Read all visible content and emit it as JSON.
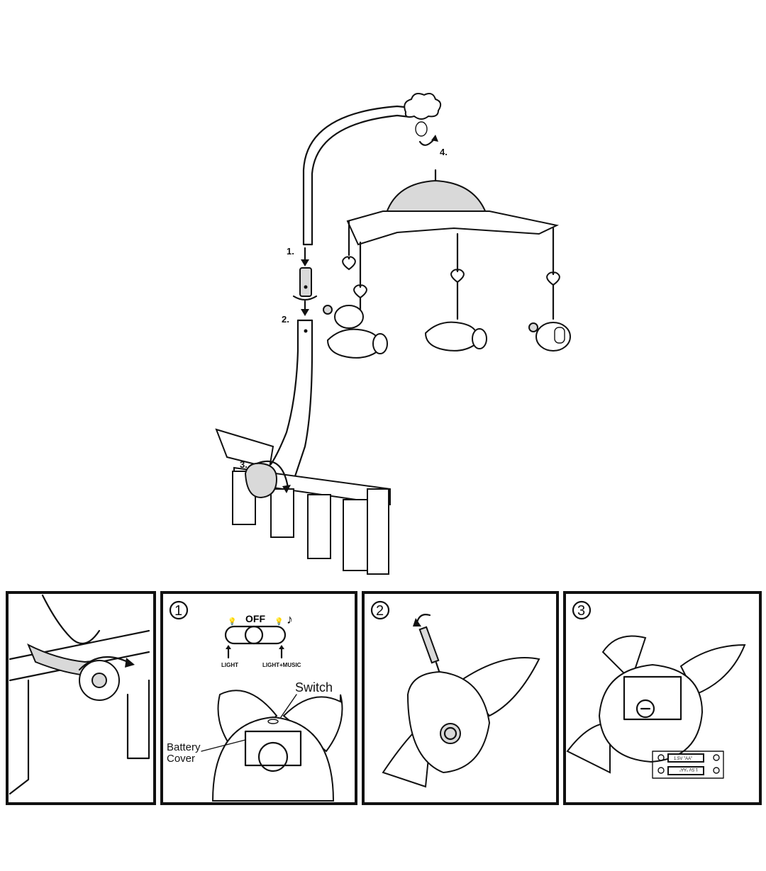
{
  "assembly_steps": {
    "step1": "1.",
    "step2": "2.",
    "step3": "3.",
    "step4": "4."
  },
  "panels": [
    {
      "number": ""
    },
    {
      "number": "1",
      "switch_state_off": "OFF",
      "position_left": "LIGHT",
      "position_right": "LIGHT+MUSIC",
      "callout_switch": "Switch",
      "callout_battery_line1": "Battery",
      "callout_battery_line2": "Cover"
    },
    {
      "number": "2"
    },
    {
      "number": "3",
      "battery_label": "1.5V \"AA\""
    }
  ]
}
